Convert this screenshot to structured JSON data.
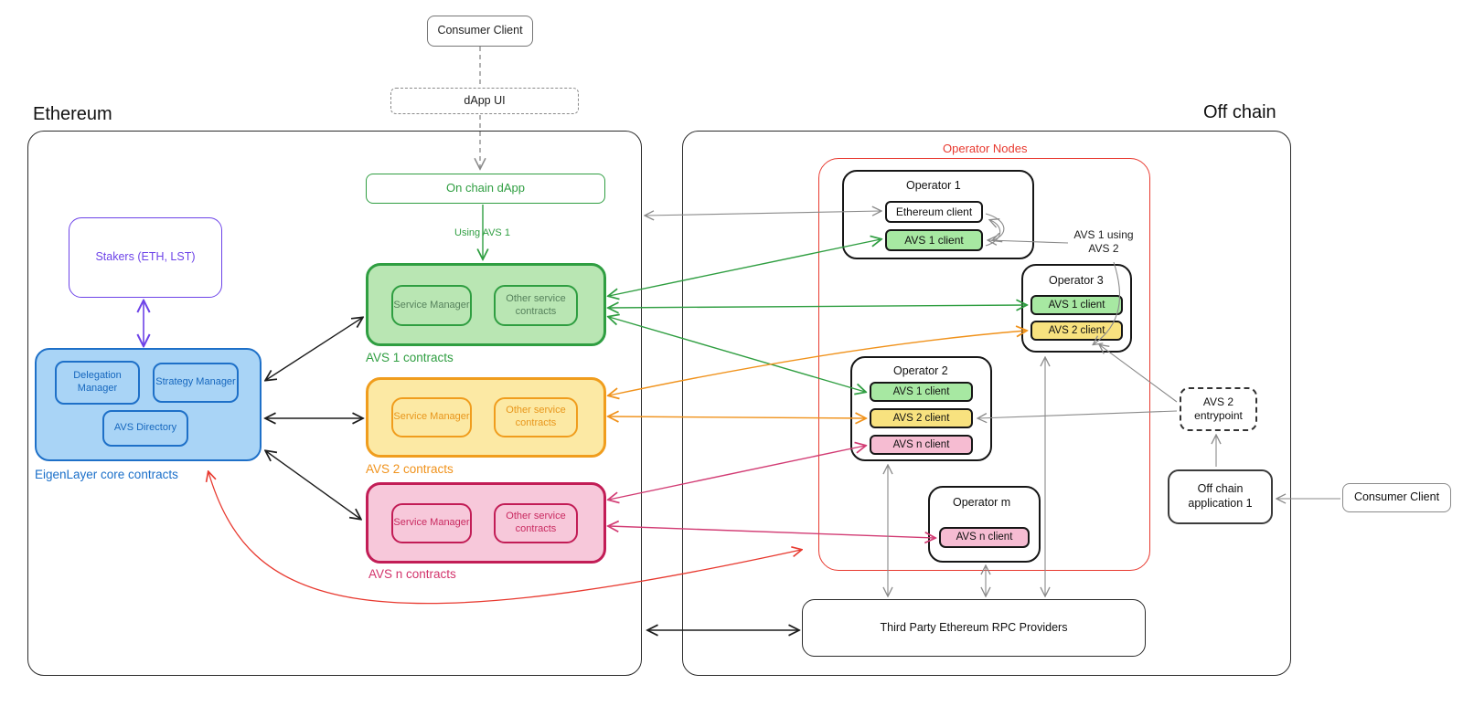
{
  "titles": {
    "ethereum": "Ethereum",
    "offchain": "Off chain"
  },
  "top": {
    "consumer_client": "Consumer Client",
    "dapp_ui": "dApp UI"
  },
  "ethereum": {
    "stakers": "Stakers (ETH, LST)",
    "core": {
      "label": "EigenLayer core contracts",
      "delegation": "Delegation Manager",
      "strategy": "Strategy Manager",
      "directory": "AVS Directory"
    },
    "onchain_dapp": "On chain dApp",
    "using_avs1": "Using AVS 1",
    "avs1": {
      "label": "AVS 1 contracts",
      "service_manager": "Service Manager",
      "other": "Other service contracts"
    },
    "avs2": {
      "label": "AVS 2 contracts",
      "service_manager": "Service Manager",
      "other": "Other service contracts"
    },
    "avsn": {
      "label": "AVS n contracts",
      "service_manager": "Service Manager",
      "other": "Other service contracts"
    }
  },
  "offchain": {
    "operator_nodes_label": "Operator Nodes",
    "annotation": "AVS 1 using AVS 2",
    "op1": {
      "title": "Operator 1",
      "clients": [
        "Ethereum client",
        "AVS 1 client"
      ]
    },
    "op3": {
      "title": "Operator 3",
      "clients": [
        "AVS 1 client",
        "AVS 2 client"
      ]
    },
    "op2": {
      "title": "Operator 2",
      "clients": [
        "AVS 1 client",
        "AVS 2 client",
        "AVS n client"
      ]
    },
    "opm": {
      "title": "Operator m",
      "clients": [
        "AVS n client"
      ]
    },
    "rpc": "Third Party Ethereum RPC Providers",
    "entrypoint": "AVS 2 entrypoint",
    "offchain_app": "Off chain application 1",
    "consumer_client": "Consumer Client"
  },
  "colors": {
    "green": "#2f9e41",
    "green_fill": "#b9e6b3",
    "green_client": "#a7e8a2",
    "orange": "#f09d1d",
    "orange_fill": "#fce9a4",
    "yellow_client": "#f8e27f",
    "crimson": "#c21d56",
    "pink_fill": "#f7c8da",
    "pink_client": "#f6bcd2",
    "blue": "#1e70c8",
    "blue_fill": "#a9d4f6",
    "purple": "#6d43e8",
    "red": "#e8392f",
    "gray": "#8a8a8a"
  }
}
